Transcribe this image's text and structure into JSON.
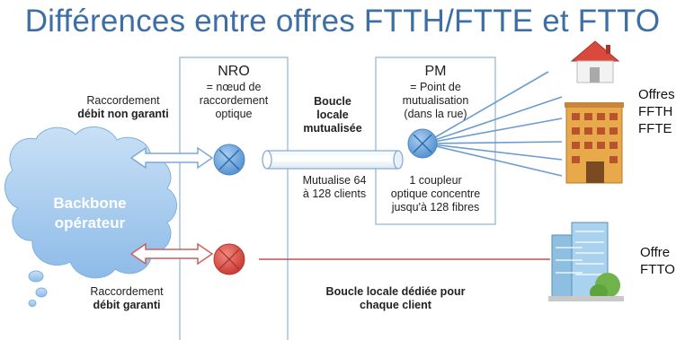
{
  "title": "Différences entre offres FTTH/FTTE et FTTO",
  "left": {
    "top_label_line1": "Raccordement",
    "top_label_line2": "débit non garanti",
    "bottom_label_line1": "Raccordement",
    "bottom_label_line2": "débit garanti",
    "cloud_line1": "Backbone",
    "cloud_line2": "opérateur"
  },
  "nro": {
    "title": "NRO",
    "line1": "= nœud de",
    "line2": "raccordement",
    "line3": "optique"
  },
  "boucle_mutualisee": {
    "line1": "Boucle",
    "line2": "locale",
    "line3": "mutualisée",
    "note1": "Mutualise 64",
    "note2": "à 128 clients"
  },
  "pm": {
    "title": "PM",
    "line1": "= Point de",
    "line2": "mutualisation",
    "line3": "(dans la rue)",
    "note1": "1 coupleur",
    "note2": "optique concentre",
    "note3": "jusqu'à 128 fibres"
  },
  "boucle_dediee": {
    "line1": "Boucle locale dédiée pour",
    "line2": "chaque client"
  },
  "offers_ftth": {
    "line1": "Offres",
    "line2": "FFTH",
    "line3": "FFTE"
  },
  "offers_ftto": {
    "line1": "Offre",
    "line2": "FTTO"
  },
  "colors": {
    "title": "#3d6fa6",
    "cloud": "#a9cdf0",
    "node_blue": "#6aa3db",
    "node_red": "#d9473f",
    "fiber": "#6b9bd1",
    "dedicated_line": "#c0504d"
  }
}
